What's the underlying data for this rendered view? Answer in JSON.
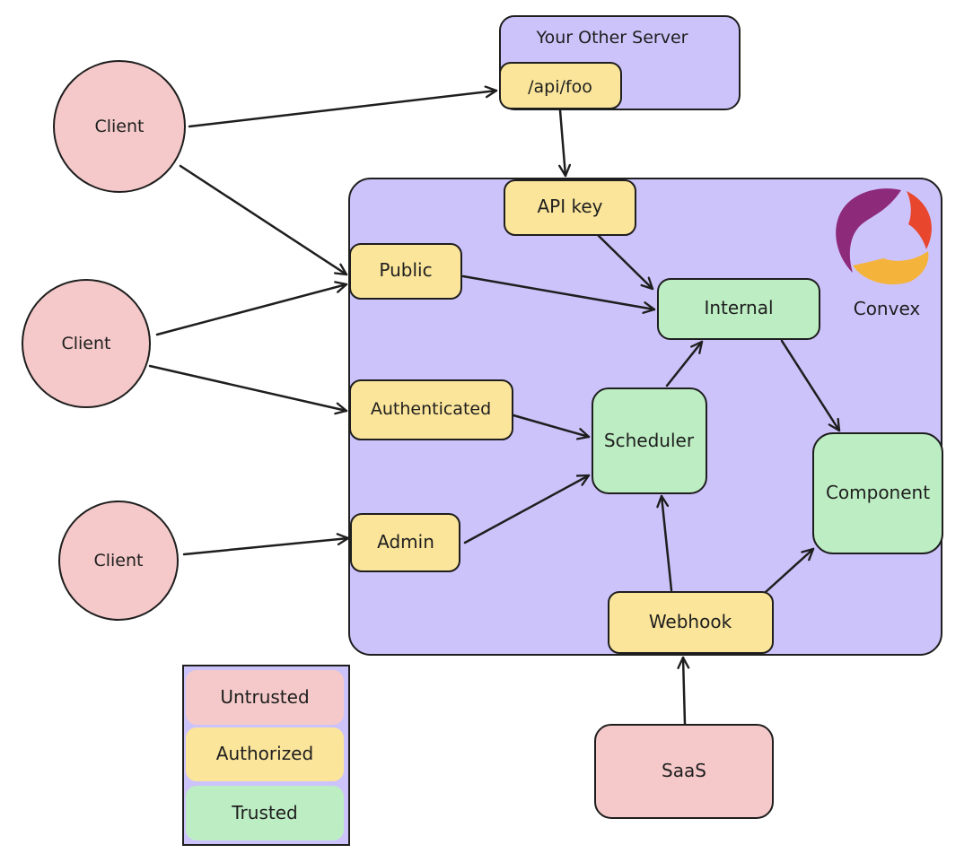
{
  "colors": {
    "untrusted": "#f5c9c9",
    "authorized": "#fbe59b",
    "trusted": "#bdedc3",
    "container": "#cdc3fb",
    "stroke": "#1e1e1e",
    "convex_red": "#e8462d",
    "convex_purple": "#8d2a7a",
    "convex_yellow": "#f4b43b"
  },
  "other_server": {
    "title": "Your Other Server",
    "endpoint": "/api/foo"
  },
  "convex": {
    "brand": "Convex",
    "logo_icon": "convex-logo"
  },
  "clients": [
    "Client",
    "Client",
    "Client"
  ],
  "nodes": {
    "api_key": "API key",
    "public": "Public",
    "authenticated": "Authenticated",
    "admin": "Admin",
    "internal": "Internal",
    "scheduler": "Scheduler",
    "component": "Component",
    "webhook": "Webhook",
    "saas": "SaaS"
  },
  "legend": {
    "untrusted": "Untrusted",
    "authorized": "Authorized",
    "trusted": "Trusted"
  }
}
